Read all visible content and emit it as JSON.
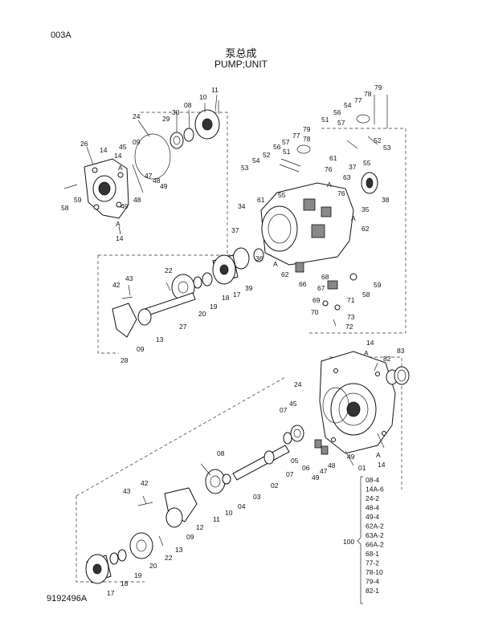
{
  "header": {
    "page_code": "003A",
    "title_cn": "泵总成",
    "title_en": "PUMP;UNIT"
  },
  "footer": {
    "drawing_number": "9192496A"
  },
  "callouts": {
    "c11": "11",
    "c10": "10",
    "c08": "08",
    "c30": "30",
    "c29": "29",
    "c24": "24",
    "c09": "09",
    "c26": "26",
    "c14": "14",
    "c45": "45",
    "c14b": "14",
    "c47": "47",
    "c48": "48",
    "c49": "49",
    "cA1": "A",
    "c58": "58",
    "c59": "59",
    "c49b": "49",
    "c48b": "48",
    "cA2": "A",
    "c14c": "14",
    "c79": "79",
    "c78": "78",
    "c77": "77",
    "c54": "54",
    "c56": "56",
    "c57": "57",
    "c51": "51",
    "c52": "52",
    "c53": "53",
    "c79b": "79",
    "c78b": "78",
    "c77b": "77",
    "c56b": "56",
    "c57b": "57",
    "c51b": "51",
    "c52b": "52",
    "c54b": "54",
    "c53b": "53",
    "c55": "55",
    "c61": "61",
    "c76": "76",
    "c63": "63",
    "c55b": "55",
    "c37": "37",
    "cA3": "A",
    "c76b": "76",
    "c38": "38",
    "c61b": "61",
    "c34": "34",
    "c35": "35",
    "cA4": "A",
    "c62": "62",
    "c37b": "37",
    "c39": "39",
    "c36": "36",
    "cA5": "A",
    "c62b": "62",
    "c66": "66",
    "c68": "68",
    "c58b": "58",
    "c59b": "59",
    "c67": "67",
    "c69": "69",
    "c71": "71",
    "c70": "70",
    "c73": "73",
    "c72": "72",
    "c22": "22",
    "c43": "43",
    "c42": "42",
    "c18": "18",
    "c17": "17",
    "c19": "19",
    "c20": "20",
    "c27": "27",
    "c28": "28",
    "c09b": "09",
    "c13": "13",
    "c14d": "14",
    "cA6": "A",
    "c82": "82",
    "c83": "83",
    "c24b": "24",
    "c45b": "45",
    "c07": "07",
    "c05": "05",
    "c06": "06",
    "c07b": "07",
    "c49c": "49",
    "c47b": "47",
    "c48c": "48",
    "c49d": "49",
    "c01": "01",
    "cA7": "A",
    "c14e": "14",
    "c08b": "08",
    "c10b": "10",
    "c04": "04",
    "c03": "03",
    "c02": "02",
    "c43b": "43",
    "c42b": "42",
    "c11b": "11",
    "c09c": "09",
    "c12": "12",
    "c13b": "13",
    "c22b": "22",
    "c20b": "20",
    "c19b": "19",
    "c18b": "18",
    "c17b": "17"
  },
  "kit": {
    "label": "100",
    "items": [
      "08-4",
      "14A-6",
      "24-2",
      "48-4",
      "49-4",
      "62A-2",
      "63A-2",
      "66A-2",
      "68-1",
      "77-2",
      "78-10",
      "79-4",
      "82-1"
    ]
  }
}
